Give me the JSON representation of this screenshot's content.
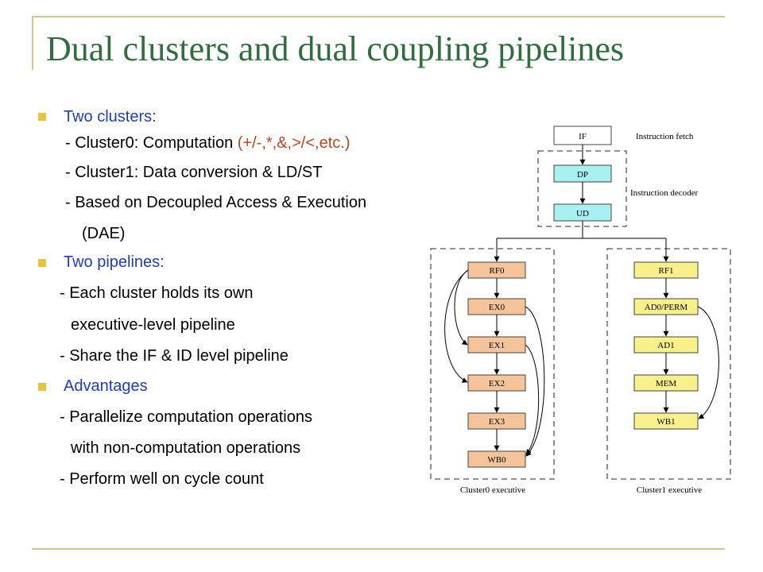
{
  "title": "Dual clusters and dual coupling pipelines",
  "bullets": {
    "b1": "Two clusters:",
    "c0_prefix": "- Cluster0: Computation ",
    "c0_ops": "(+/-,*,&,>/<,etc.)",
    "c1": "- Cluster1: Data conversion & LD/ST",
    "dae1": "- Based on Decoupled Access & Execution",
    "dae2": "(DAE)",
    "b2": "Two pipelines:",
    "p1": "- Each cluster holds its own",
    "p2": "executive-level pipeline",
    "p3": "- Share the IF & ID level pipeline",
    "b3": "Advantages",
    "a1": "- Parallelize computation operations",
    "a2": "with non-computation operations",
    "a3": "- Perform well on cycle count"
  },
  "diagram": {
    "labels": {
      "instruction_fetch": "Instruction fetch",
      "instruction_decoder": "Instruction decoder",
      "cluster0": "Cluster0 executive",
      "cluster1": "Cluster1 executive"
    },
    "front": [
      {
        "label": "IF",
        "fill": "#ffffff"
      },
      {
        "label": "DP",
        "fill": "#a9f0f2"
      },
      {
        "label": "UD",
        "fill": "#a9f0f2"
      }
    ],
    "cluster0": [
      {
        "label": "RF0"
      },
      {
        "label": "EX0"
      },
      {
        "label": "EX1"
      },
      {
        "label": "EX2"
      },
      {
        "label": "EX3"
      },
      {
        "label": "WB0"
      }
    ],
    "cluster1": [
      {
        "label": "RF1"
      },
      {
        "label": "AD0/PERM"
      },
      {
        "label": "AD1"
      },
      {
        "label": "MEM"
      },
      {
        "label": "WB1"
      }
    ],
    "colors": {
      "cluster0_fill": "#f5c49a",
      "cluster1_fill": "#f8f08a",
      "front_fill": "#a9f0f2"
    }
  }
}
